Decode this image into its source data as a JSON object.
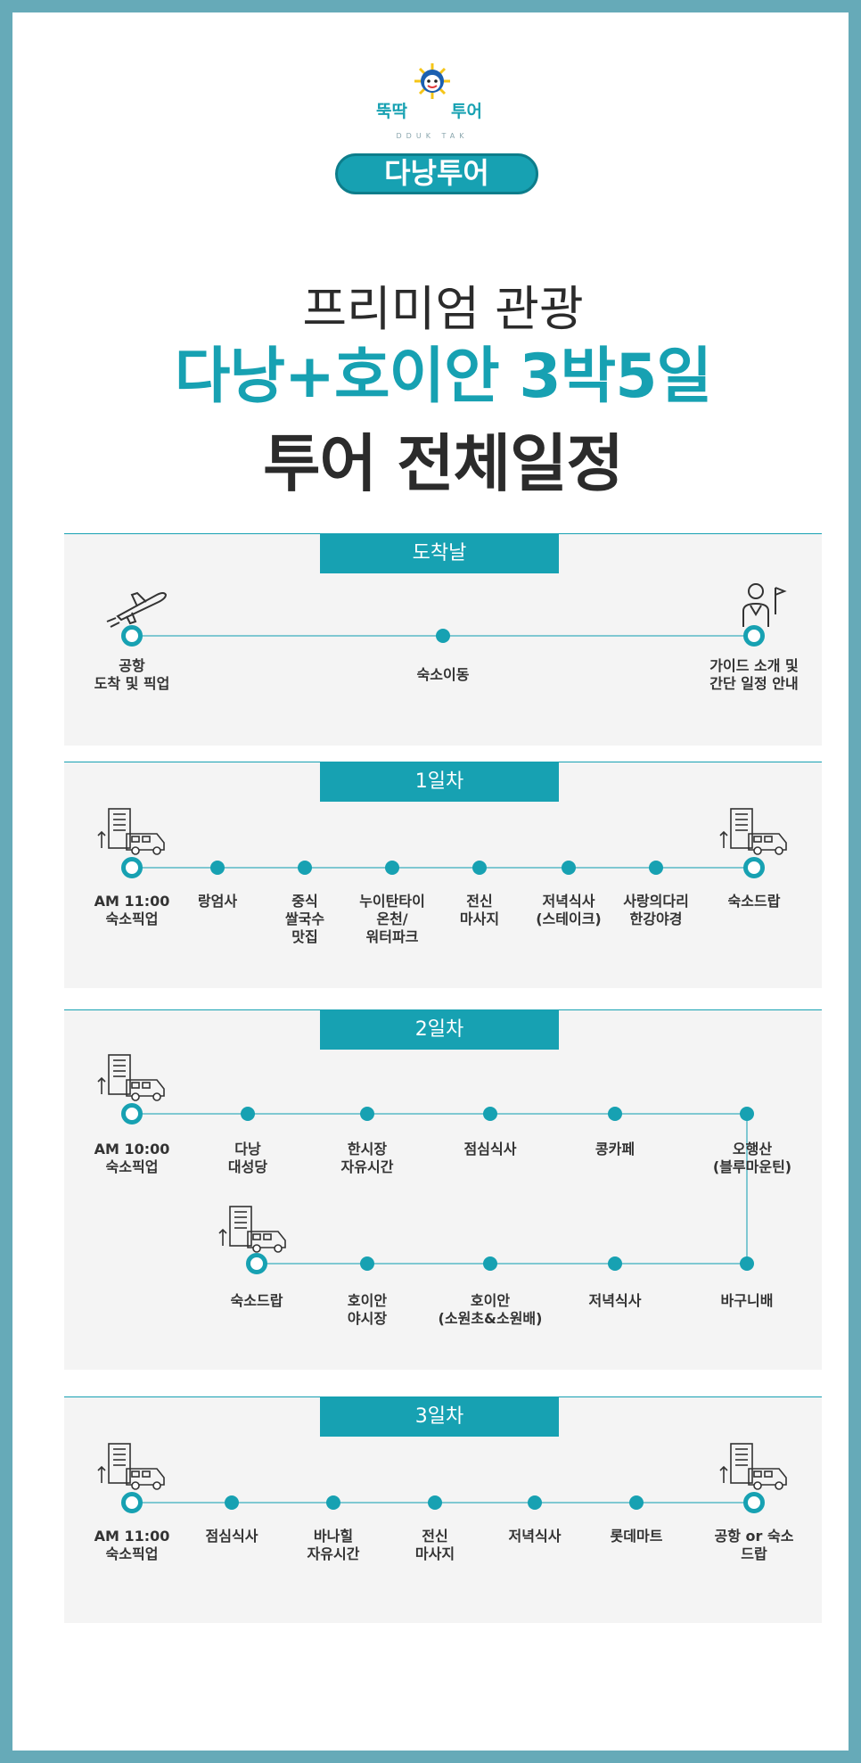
{
  "header": {
    "logo_left": "뚝딱",
    "logo_right": "투어",
    "logo_sub": "DDUK TAK",
    "badge": "다낭투어"
  },
  "titles": {
    "line1": "프리미엄 관광",
    "line2": "다낭+호이안 3박5일",
    "line3": "투어 전체일정"
  },
  "colors": {
    "accent": "#17a1b2",
    "frame": "#66aab8",
    "panel": "#f4f4f4"
  },
  "days": [
    {
      "title": "도착날",
      "stops": [
        {
          "label": "공항\n도착 및 픽업",
          "icon": "airplane-icon"
        },
        {
          "label": "숙소이동"
        },
        {
          "label": "가이드 소개 및\n간단 일정 안내",
          "icon": "guide-icon"
        }
      ]
    },
    {
      "title": "1일차",
      "stops": [
        {
          "label": "AM 11:00\n숙소픽업",
          "icon": "hotel-van-icon"
        },
        {
          "label": "랑엄사"
        },
        {
          "label": "중식\n쌀국수\n맛집"
        },
        {
          "label": "누이탄타이\n온천/\n워터파크"
        },
        {
          "label": "전신\n마사지"
        },
        {
          "label": "저녁식사\n(스테이크)"
        },
        {
          "label": "사랑의다리\n한강야경"
        },
        {
          "label": "숙소드랍",
          "icon": "hotel-van-icon"
        }
      ]
    },
    {
      "title": "2일차",
      "row1": [
        {
          "label": "AM 10:00\n숙소픽업",
          "icon": "hotel-van-icon"
        },
        {
          "label": "다낭\n대성당"
        },
        {
          "label": "한시장\n자유시간"
        },
        {
          "label": "점심식사"
        },
        {
          "label": "콩카페"
        },
        {
          "label": "오행산\n(블루마운틴)"
        }
      ],
      "row2": [
        {
          "label": "숙소드랍",
          "icon": "hotel-van-icon"
        },
        {
          "label": "호이안\n야시장"
        },
        {
          "label": "호이안\n(소원초&소원배)"
        },
        {
          "label": "저녁식사"
        },
        {
          "label": "바구니배"
        }
      ]
    },
    {
      "title": "3일차",
      "stops": [
        {
          "label": "AM 11:00\n숙소픽업",
          "icon": "hotel-van-icon"
        },
        {
          "label": "점심식사"
        },
        {
          "label": "바나힐\n자유시간"
        },
        {
          "label": "전신\n마사지"
        },
        {
          "label": "저녁식사"
        },
        {
          "label": "롯데마트"
        },
        {
          "label": "공항 or 숙소\n드랍",
          "icon": "hotel-van-icon"
        }
      ]
    }
  ]
}
